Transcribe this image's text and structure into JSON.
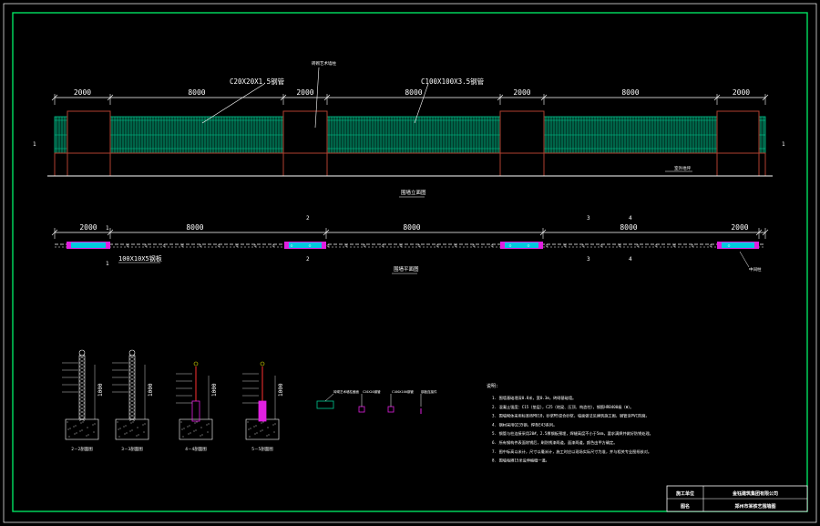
{
  "elevation": {
    "dims": [
      "2000",
      "8000",
      "2000",
      "8000",
      "2000",
      "8000",
      "2000"
    ],
    "label_left_tube": "C20X20X1.5钢管",
    "label_center": "砖砌艺术墙柱",
    "label_right_tube": "C100X100X3.5钢管",
    "ground_label": "室外地坪",
    "section_mark_left": "1",
    "section_mark_right": "1",
    "title": "围墙立面图"
  },
  "plan": {
    "dims": [
      "2000",
      "8000",
      "8000",
      "8000",
      "2000"
    ],
    "label_plate": "100X10X5钢板",
    "label_right": "中间柱",
    "title": "围墙平面图",
    "marks": [
      "1",
      "1",
      "2",
      "2",
      "3",
      "3",
      "4",
      "4"
    ]
  },
  "sections": [
    {
      "title": "2－2剖面图",
      "dim": "1000"
    },
    {
      "title": "3－3剖面图",
      "dim": "1000"
    },
    {
      "title": "4－4剖面图",
      "dim": "1000"
    },
    {
      "title": "5－5剖面图",
      "dim": "1000"
    }
  ],
  "legend": [
    {
      "label": "砖砌艺术墙柱截面"
    },
    {
      "label": "C20X20钢管"
    },
    {
      "label": "C100X100钢管"
    },
    {
      "label": "钢板连接件"
    }
  ],
  "notes": {
    "heading": "说明:",
    "items": [
      "1. 围墙基础埋深0.8米，宽0.3m，砖砌基础墙。",
      "2. 混凝土强度：C15（垫层），C25（地梁、压顶、构造柱），钢筋HRB400级（Φ）。",
      "3. 围墙砌体采用标准砖MU10，砂浆M5混合砂浆，墙面做法见建筑施工图，钢管涂PVC防腐。",
      "4. 钢材采用Q235钢，焊条E43系列。",
      "5. 钢管与柱连接采用20#，2.5厚钢板预埋，焊缝高度不小于5mm，要求满焊并做好防锈处理。",
      "6. 所有钢构件表面除锈后，刷防锈漆两道，面漆两道，颜色由甲方确定。",
      "7. 图中标高以米计，尺寸以毫米计，施工时应以现场实际尺寸为准，并与相关专业图纸核对。",
      "8. 围墙每隔15米设伸缩缝一道。"
    ]
  },
  "title_block": {
    "row1_label": "施工单位",
    "row1_value": "金钰建筑集团有限公司",
    "row2_label": "图名",
    "row2_value": "郑州市某铁艺围墙图"
  },
  "colors": {
    "background": "#000000",
    "border": "#00e060",
    "line": "#ffffff",
    "fence": "#00c890",
    "pillar": "#b04030",
    "accent": "#ff3030",
    "magenta": "#e020e0",
    "cyan": "#00e0ff",
    "yellow": "#e0e000"
  }
}
